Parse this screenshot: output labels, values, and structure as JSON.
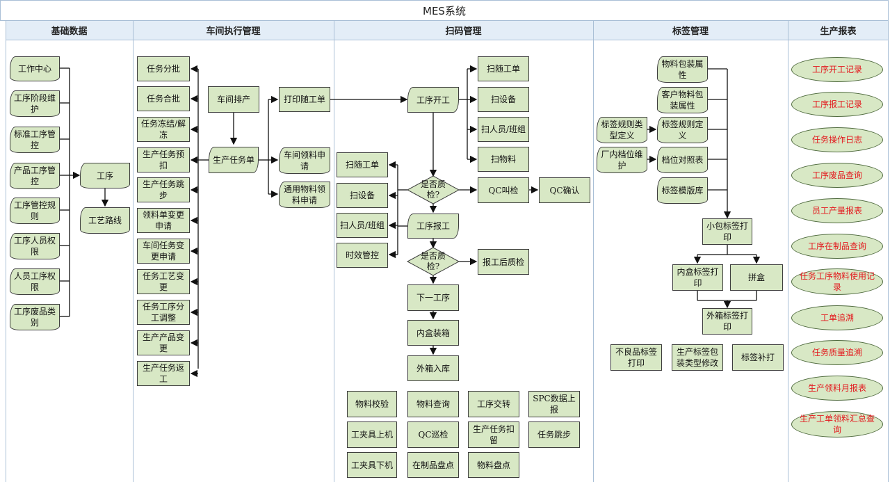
{
  "title": "MES系统",
  "columns": {
    "basic": "基础数据",
    "workshop": "车间执行管理",
    "scan": "扫码管理",
    "label": "标签管理",
    "report": "生产报表"
  },
  "basic": {
    "items": [
      "工作中心",
      "工序阶段维护",
      "标准工序管控",
      "产品工序管控",
      "工序管控规则",
      "工序人员权限",
      "人员工序权限",
      "工序废品类别"
    ],
    "process": "工序",
    "route": "工艺路线"
  },
  "workshop": {
    "tasks": [
      "任务分批",
      "任务合批",
      "任务冻结/解冻",
      "生产任务预扣",
      "生产任务跳步",
      "领料单变更申请",
      "车间任务变更申请",
      "任务工艺变更",
      "任务工序分工调整",
      "生产产品变更",
      "生产任务返工"
    ],
    "schedule": "车间排产",
    "task_order": "生产任务单",
    "print_slip": "打印随工单",
    "material_req": "车间领料申请",
    "general_req": "通用物料领料申请"
  },
  "scan": {
    "start": "工序开工",
    "right_list": [
      "扫随工单",
      "扫设备",
      "扫人员/班组",
      "扫物料"
    ],
    "left_list": [
      "扫随工单",
      "扫设备",
      "扫人员/班组",
      "时效管控"
    ],
    "qc_q1": "是否质检?",
    "qc_call": "QC叫检",
    "qc_confirm": "QC确认",
    "report": "工序报工",
    "qc_q2": "是否质检?",
    "post_qc": "报工后质检",
    "next": "下一工序",
    "inner_pack": "内盒装箱",
    "outer_store": "外箱入库",
    "grid": [
      "物料校验",
      "物料查询",
      "工序交转",
      "SPC数据上报",
      "工夹具上机",
      "QC巡检",
      "生产任务扣留",
      "任务跳步",
      "工夹具下机",
      "在制品盘点",
      "物料盘点"
    ]
  },
  "label": {
    "mat_pack": "物料包装属性",
    "cust_pack": "客户物料包装属性",
    "rule_type": "标签规则类型定义",
    "rule_def": "标签规则定义",
    "factory": "厂内档位维护",
    "grade_map": "档位对照表",
    "template": "标签模版库",
    "small_print": "小包标签打印",
    "inner_print": "内盒标签打印",
    "assemble": "拼盒",
    "outer_print": "外箱标签打印",
    "defect_print": "不良品标签打印",
    "pack_modify": "生产标签包装类型修改",
    "reprint": "标签补打"
  },
  "reports": [
    "工序开工记录",
    "工序报工记录",
    "任务操作日志",
    "工序废品查询",
    "员工产量报表",
    "工序在制品查询",
    "任务工序物料使用记录",
    "工单追溯",
    "任务质量追溯",
    "生产领料月报表",
    "生产工单领料汇总查询"
  ]
}
